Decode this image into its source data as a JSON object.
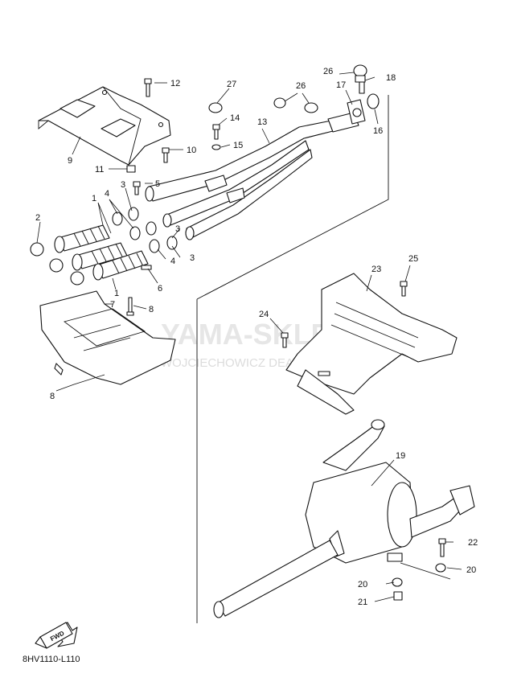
{
  "diagram_code": "8HV1110-L110",
  "forward_label": "FWD",
  "watermark": {
    "title": "YAMA-SKLEP.PL",
    "subtitle": "WOJCIECHOWICZ DEALER YAMAHA"
  },
  "callouts": [
    "1",
    "1",
    "2",
    "3",
    "3",
    "3",
    "4",
    "4",
    "5",
    "6",
    "7",
    "8",
    "8",
    "9",
    "10",
    "11",
    "12",
    "13",
    "14",
    "15",
    "16",
    "17",
    "18",
    "19",
    "20",
    "20",
    "21",
    "22",
    "23",
    "24",
    "25",
    "26",
    "26",
    "27"
  ],
  "colors": {
    "line": "#111111",
    "watermark_logo": "#f4b8b8",
    "watermark_text": "#e6e6e6"
  }
}
